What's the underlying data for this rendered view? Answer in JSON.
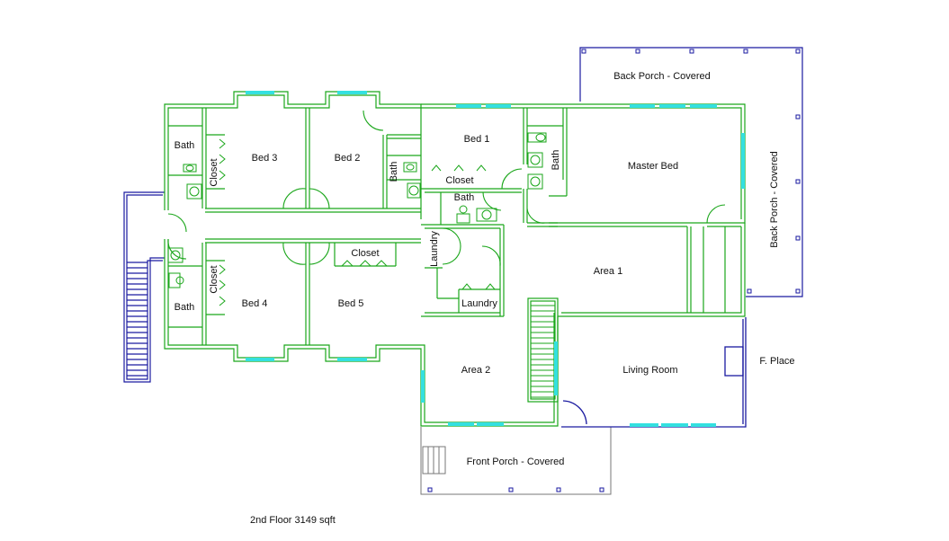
{
  "colors": {
    "wall": "#1aa61a",
    "window": "#33e0e0",
    "porch": "#1a1aa0",
    "porch_front": "#777777",
    "text": "#111111"
  },
  "rooms": {
    "back_porch": "Back Porch - Covered",
    "back_porch_side": "Back Porch - Covered",
    "bath_nw": "Bath",
    "closet_bed3": "Closet",
    "bed3": "Bed 3",
    "bed2": "Bed 2",
    "bath_mid": "Bath",
    "bed1": "Bed 1",
    "closet_bed1": "Closet",
    "bath_bed1": "Bath",
    "bath_master": "Bath",
    "master_bed": "Master Bed",
    "laundry_side": "Laundry",
    "laundry": "Laundry",
    "area1": "Area 1",
    "closet_bed4": "Closet",
    "bed4": "Bed 4",
    "bath_sw": "Bath",
    "closet_bed5": "Closet",
    "bed5": "Bed 5",
    "area2": "Area 2",
    "living_room": "Living Room",
    "fireplace": "F. Place",
    "front_porch": "Front Porch - Covered"
  },
  "caption": "2nd Floor 3149 sqft"
}
